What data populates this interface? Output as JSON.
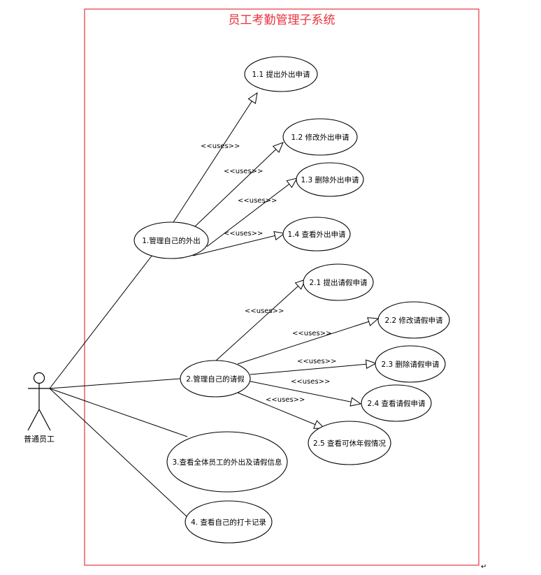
{
  "diagram": {
    "title": "员工考勤管理子系统",
    "actor": "普通员工",
    "stereotype": "<<uses>>",
    "paragraph_mark": "↵",
    "colors": {
      "boundary": "#e8323c",
      "title": "#e8323c",
      "line": "#000000"
    },
    "use_cases": {
      "uc1": "1.管理自己的外出",
      "uc11": "1.1 提出外出申请",
      "uc12": "1.2 修改外出申请",
      "uc13": "1.3 删除外出申请",
      "uc14": "1.4 查看外出申请",
      "uc2": "2.管理自己的请假",
      "uc21": "2.1 提出请假申请",
      "uc22": "2.2 修改请假申请",
      "uc23": "2.3 删除请假申请",
      "uc24": "2.4 查看请假申请",
      "uc25": "2.5 查看可休年假情况",
      "uc3": "3.查看全体员工的外出及请假信息",
      "uc4": "4. 查看自己的打卡记录"
    }
  }
}
